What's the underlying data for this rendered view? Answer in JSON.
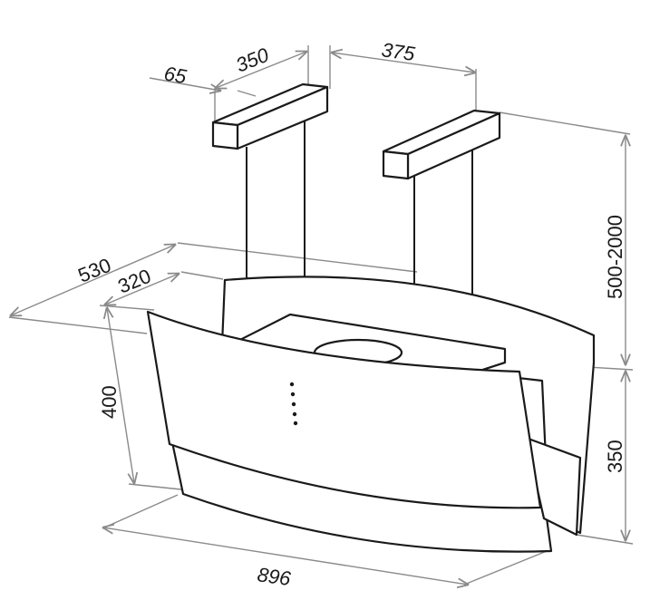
{
  "dimensions": {
    "width_overall": "896",
    "depth_overall": "530",
    "depth_canopy": "320",
    "height_front_panel": "400",
    "height_canopy": "350",
    "suspension_range": "500-2000",
    "bracket_spacing": "375",
    "bracket_length": "350",
    "bracket_width": "65"
  },
  "colors": {
    "line": "#1a1a1a",
    "dimension_line": "#8a8a8a",
    "background": "#ffffff"
  }
}
